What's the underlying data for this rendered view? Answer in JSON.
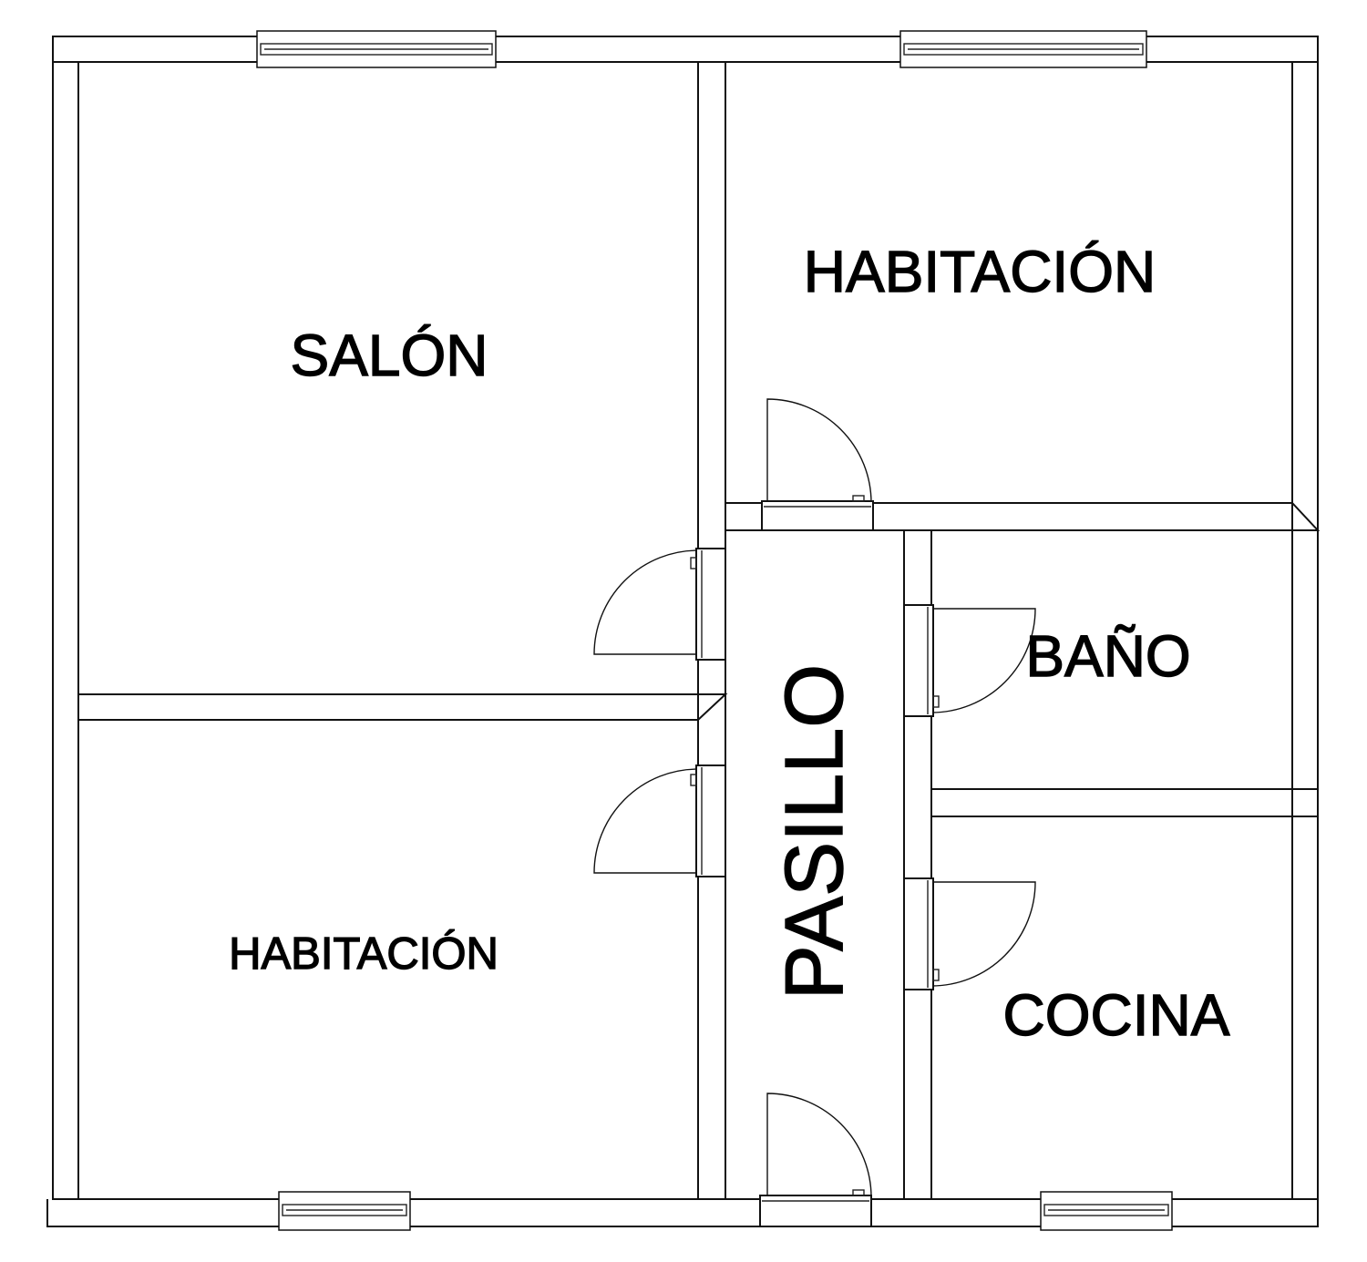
{
  "rooms": {
    "salon": "SALÓN",
    "bedroom_top": "HABITACIÓN",
    "bedroom_bottom": "HABITACIÓN",
    "hallway": "PASILLO",
    "bathroom": "BAÑO",
    "kitchen": "COCINA"
  },
  "colors": {
    "line": "#111111",
    "background": "#ffffff",
    "text": "#000000"
  }
}
